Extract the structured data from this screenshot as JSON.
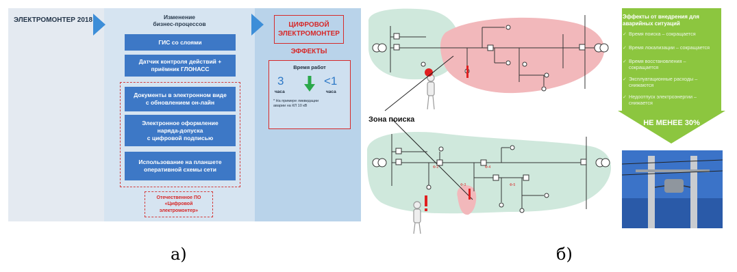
{
  "panel_a": {
    "left_title": "ЭЛЕКТРОМОНТЕР 2018",
    "middle_header": [
      "Изменение",
      "бизнес-процессов"
    ],
    "items": [
      [
        "ГИС со слоями"
      ],
      [
        "Датчик контроля действий +",
        "приёмник ГЛОНАСС"
      ],
      [
        "Документы в электронном виде",
        "с обновлением он-лайн"
      ],
      [
        "Электронное оформление",
        "наряда-допуска",
        "с цифровой подписью"
      ],
      [
        "Использование на планшете",
        "оперативной схемы сети"
      ]
    ],
    "software": [
      "Отечественное ПО",
      "«Цифровой",
      "электромонтер»"
    ],
    "right_title": [
      "ЦИФРОВОЙ",
      "ЭЛЕКТРОМОНТЕР"
    ],
    "effects_label": "ЭФФЕКТЫ",
    "work_time_label": "Время работ",
    "before_value": "3",
    "before_unit": "часа",
    "after_value": "<1",
    "after_unit": "часа",
    "footnote": [
      "* На примере ликвидации",
      "аварии на КЛ 10 кВ"
    ],
    "colors": {
      "box_blue": "#3d78c6",
      "chevron_blue": "#3d8ed8",
      "accent_red": "#d62828",
      "arrow_green": "#2aa84a"
    }
  },
  "panel_b": {
    "search_zone_label": "Зона поиска",
    "node_labels": [
      "Ф-2",
      "Ф-3",
      "Ф-4",
      "Ф-5"
    ],
    "effects": {
      "title": [
        "Эффекты от внедрения для",
        "аварийных ситуаций"
      ],
      "items": [
        [
          "Время поиска – сокращается"
        ],
        [
          "Время локализации – сокращается"
        ],
        [
          "Время восстановления –",
          "сокращается"
        ],
        [
          "Эксплуатационные расходы –",
          "снижаются"
        ],
        [
          "Недоотпуск электроэнергии –",
          "снижается"
        ]
      ],
      "result": "НЕ МЕНЕЕ 30%"
    },
    "photo_icon": "power-pole-photo",
    "colors": {
      "zone_green": "#cfe8dc",
      "zone_red": "#f2b8bb",
      "panel_green": "#8cc63f",
      "photo_blue": "#2d5fb3"
    }
  },
  "captions": {
    "a": "а)",
    "b": "б)"
  }
}
